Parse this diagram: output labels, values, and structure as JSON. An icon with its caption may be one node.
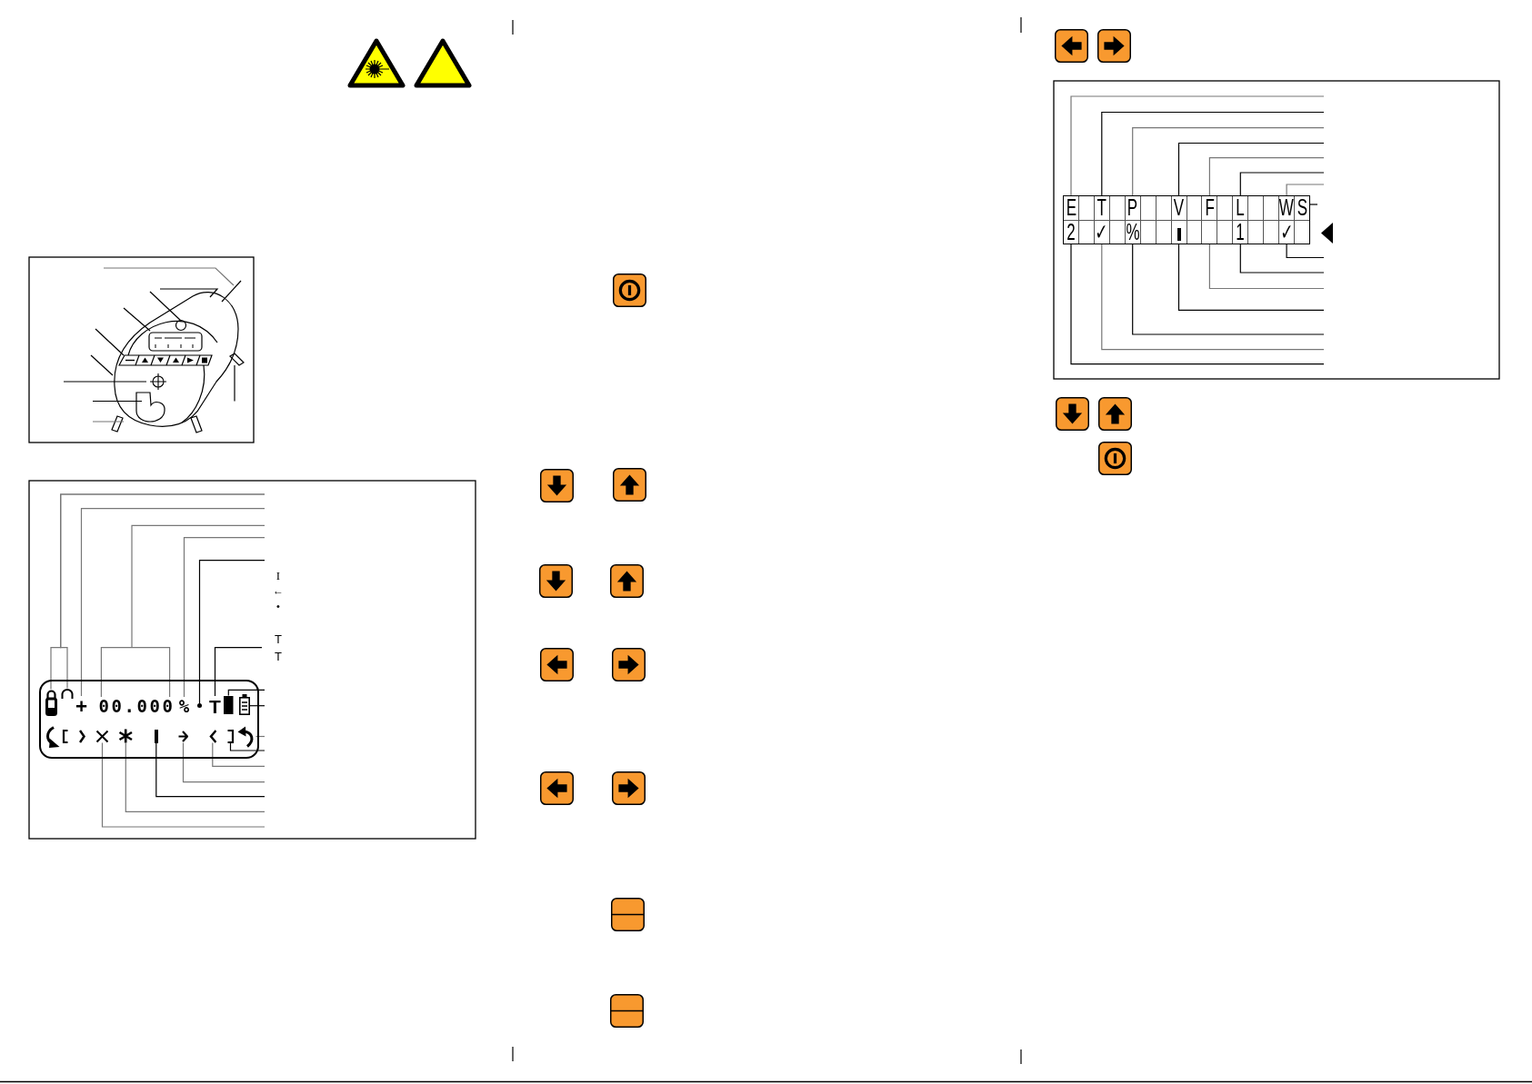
{
  "diagram": {
    "nodes": [
      {
        "text": [],
        "shape": "box"
      },
      {
        "text": [],
        "shape": "picture",
        "in": 0
      },
      {
        "text": [],
        "shape": "picture",
        "in": 0
      },
      {
        "text": [
          "+"
        ],
        "in": 0
      },
      {
        "text": [
          "00.000"
        ],
        "in": 0
      },
      {
        "text": [
          "%"
        ],
        "in": 0
      },
      {
        "text": [],
        "shape": "circle",
        "in": 0
      },
      {
        "text": [
          "T"
        ],
        "in": 0
      },
      {
        "text": [],
        "shape": "bar",
        "in": 0
      },
      {
        "text": [],
        "shape": "picture",
        "in": 0
      },
      {
        "text": [],
        "shape": "picture",
        "in": 0
      },
      {
        "text": [],
        "shape": "picture",
        "in": 0
      },
      {
        "text": [],
        "shape": "bar",
        "in": 0
      },
      {
        "text": [],
        "shape": "picture",
        "in": 0
      },
      {
        "text": [],
        "shape": "picture",
        "in": 0
      },
      {
        "text": [],
        "shape": "picture",
        "in": 0
      },
      {
        "text": [],
        "shape": "picture",
        "in": 0
      },
      {
        "text": [],
        "shape": "box"
      },
      {
        "text": [
          "E"
        ],
        "in": 17
      },
      {
        "text": [
          "T"
        ],
        "in": 17
      },
      {
        "text": [
          "P"
        ],
        "in": 17
      },
      {
        "text": [
          "V"
        ],
        "in": 17
      },
      {
        "text": [
          "F"
        ],
        "in": 17
      },
      {
        "text": [
          "L"
        ],
        "in": 17
      },
      {
        "text": [
          "W"
        ],
        "in": 17
      },
      {
        "text": [
          "S"
        ],
        "in": 17
      },
      {
        "text": [
          "2"
        ],
        "in": 17
      },
      {
        "text": [
          "✓"
        ],
        "in": 17
      },
      {
        "text": [
          "%"
        ],
        "in": 17
      },
      {
        "text": [],
        "shape": "bar",
        "in": 17
      },
      {
        "text": [],
        "shape": "box",
        "in": 17
      },
      {
        "text": [
          "1"
        ],
        "in": 17
      },
      {
        "text": [
          "✓"
        ],
        "in": 17
      }
    ],
    "edges": [
      {
        "from": 1,
        "to": null,
        "arrow": "none"
      },
      {
        "from": 2,
        "to": null,
        "arrow": "none"
      },
      {
        "from": 3,
        "to": null,
        "arrow": "none"
      },
      {
        "from": 4,
        "to": null,
        "arrow": "none"
      },
      {
        "from": 5,
        "to": null,
        "arrow": "none"
      },
      {
        "from": 6,
        "to": null,
        "arrow": "none",
        "color": "#000000"
      },
      {
        "from": 7,
        "to": null,
        "arrow": "none",
        "color": "#000000"
      },
      {
        "from": 8,
        "to": null,
        "arrow": "none",
        "color": "#000000"
      },
      {
        "from": 9,
        "to": null,
        "arrow": "none",
        "color": "#000000"
      },
      {
        "from": 16,
        "to": null,
        "arrow": "none"
      },
      {
        "from": 15,
        "to": null,
        "arrow": "none",
        "color": "#000000"
      },
      {
        "from": 14,
        "to": null,
        "arrow": "none"
      },
      {
        "from": 13,
        "to": null,
        "arrow": "none"
      },
      {
        "from": 12,
        "to": null,
        "arrow": "none",
        "color": "#000000"
      },
      {
        "from": 11,
        "to": null,
        "arrow": "none"
      },
      {
        "from": 10,
        "to": null,
        "arrow": "none"
      },
      {
        "from": 18,
        "to": null,
        "arrow": "none"
      },
      {
        "from": 19,
        "to": null,
        "arrow": "none",
        "color": "#000000"
      },
      {
        "from": 20,
        "to": null,
        "arrow": "none"
      },
      {
        "from": 21,
        "to": null,
        "arrow": "none",
        "color": "#000000"
      },
      {
        "from": 22,
        "to": null,
        "arrow": "none"
      },
      {
        "from": 23,
        "to": null,
        "arrow": "none",
        "color": "#000000"
      },
      {
        "from": 24,
        "to": null,
        "arrow": "none"
      },
      {
        "from": 25,
        "to": null,
        "arrow": "none",
        "color": "#000000"
      },
      {
        "from": 32,
        "to": null,
        "arrow": "none",
        "color": "#000000"
      },
      {
        "from": 31,
        "to": null,
        "arrow": "none",
        "color": "#000000"
      },
      {
        "from": 30,
        "to": null,
        "arrow": "none"
      },
      {
        "from": 29,
        "to": null,
        "arrow": "none",
        "color": "#000000"
      },
      {
        "from": 28,
        "to": null,
        "arrow": "none",
        "color": "#000000"
      },
      {
        "from": 27,
        "to": null,
        "arrow": "none"
      },
      {
        "from": 26,
        "to": null,
        "arrow": "none",
        "color": "#000000"
      }
    ],
    "labels": [
      "I",
      "←",
      "•",
      "T",
      "T"
    ]
  }
}
